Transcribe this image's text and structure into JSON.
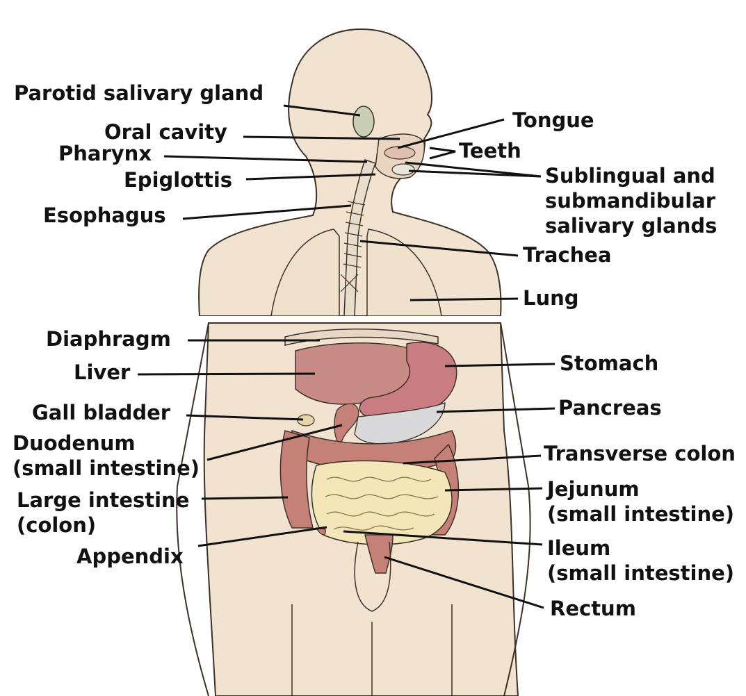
{
  "colors": {
    "skin": "#f1e3cf",
    "outline": "#3b3128",
    "organ_red": "#c98b86",
    "organ_red_dark": "#a8625e",
    "stomach": "#c97c82",
    "pancreas": "#d9d9dc",
    "small_intestine": "#f3e6b9",
    "colon": "#c58177",
    "leader": "#111111",
    "text": "#111111"
  },
  "labels": {
    "parotid": "Parotid salivary gland",
    "oral_cavity": "Oral cavity",
    "pharynx": "Pharynx",
    "epiglottis": "Epiglottis",
    "esophagus": "Esophagus",
    "tongue": "Tongue",
    "teeth": "Teeth",
    "sublingual_1": "Sublingual and",
    "sublingual_2": "submandibular",
    "sublingual_3": "salivary glands",
    "trachea": "Trachea",
    "lung": "Lung",
    "diaphragm": "Diaphragm",
    "liver": "Liver",
    "gall_bladder": "Gall bladder",
    "duodenum_1": "Duodenum",
    "duodenum_2": "(small intestine)",
    "large_intestine_1": "Large intestine",
    "large_intestine_2": "(colon)",
    "appendix": "Appendix",
    "stomach": "Stomach",
    "pancreas": "Pancreas",
    "transverse_colon": "Transverse colon",
    "jejunum_1": "Jejunum",
    "jejunum_2": "(small intestine)",
    "ileum_1": "Ileum",
    "ileum_2": "(small intestine)",
    "rectum": "Rectum"
  }
}
